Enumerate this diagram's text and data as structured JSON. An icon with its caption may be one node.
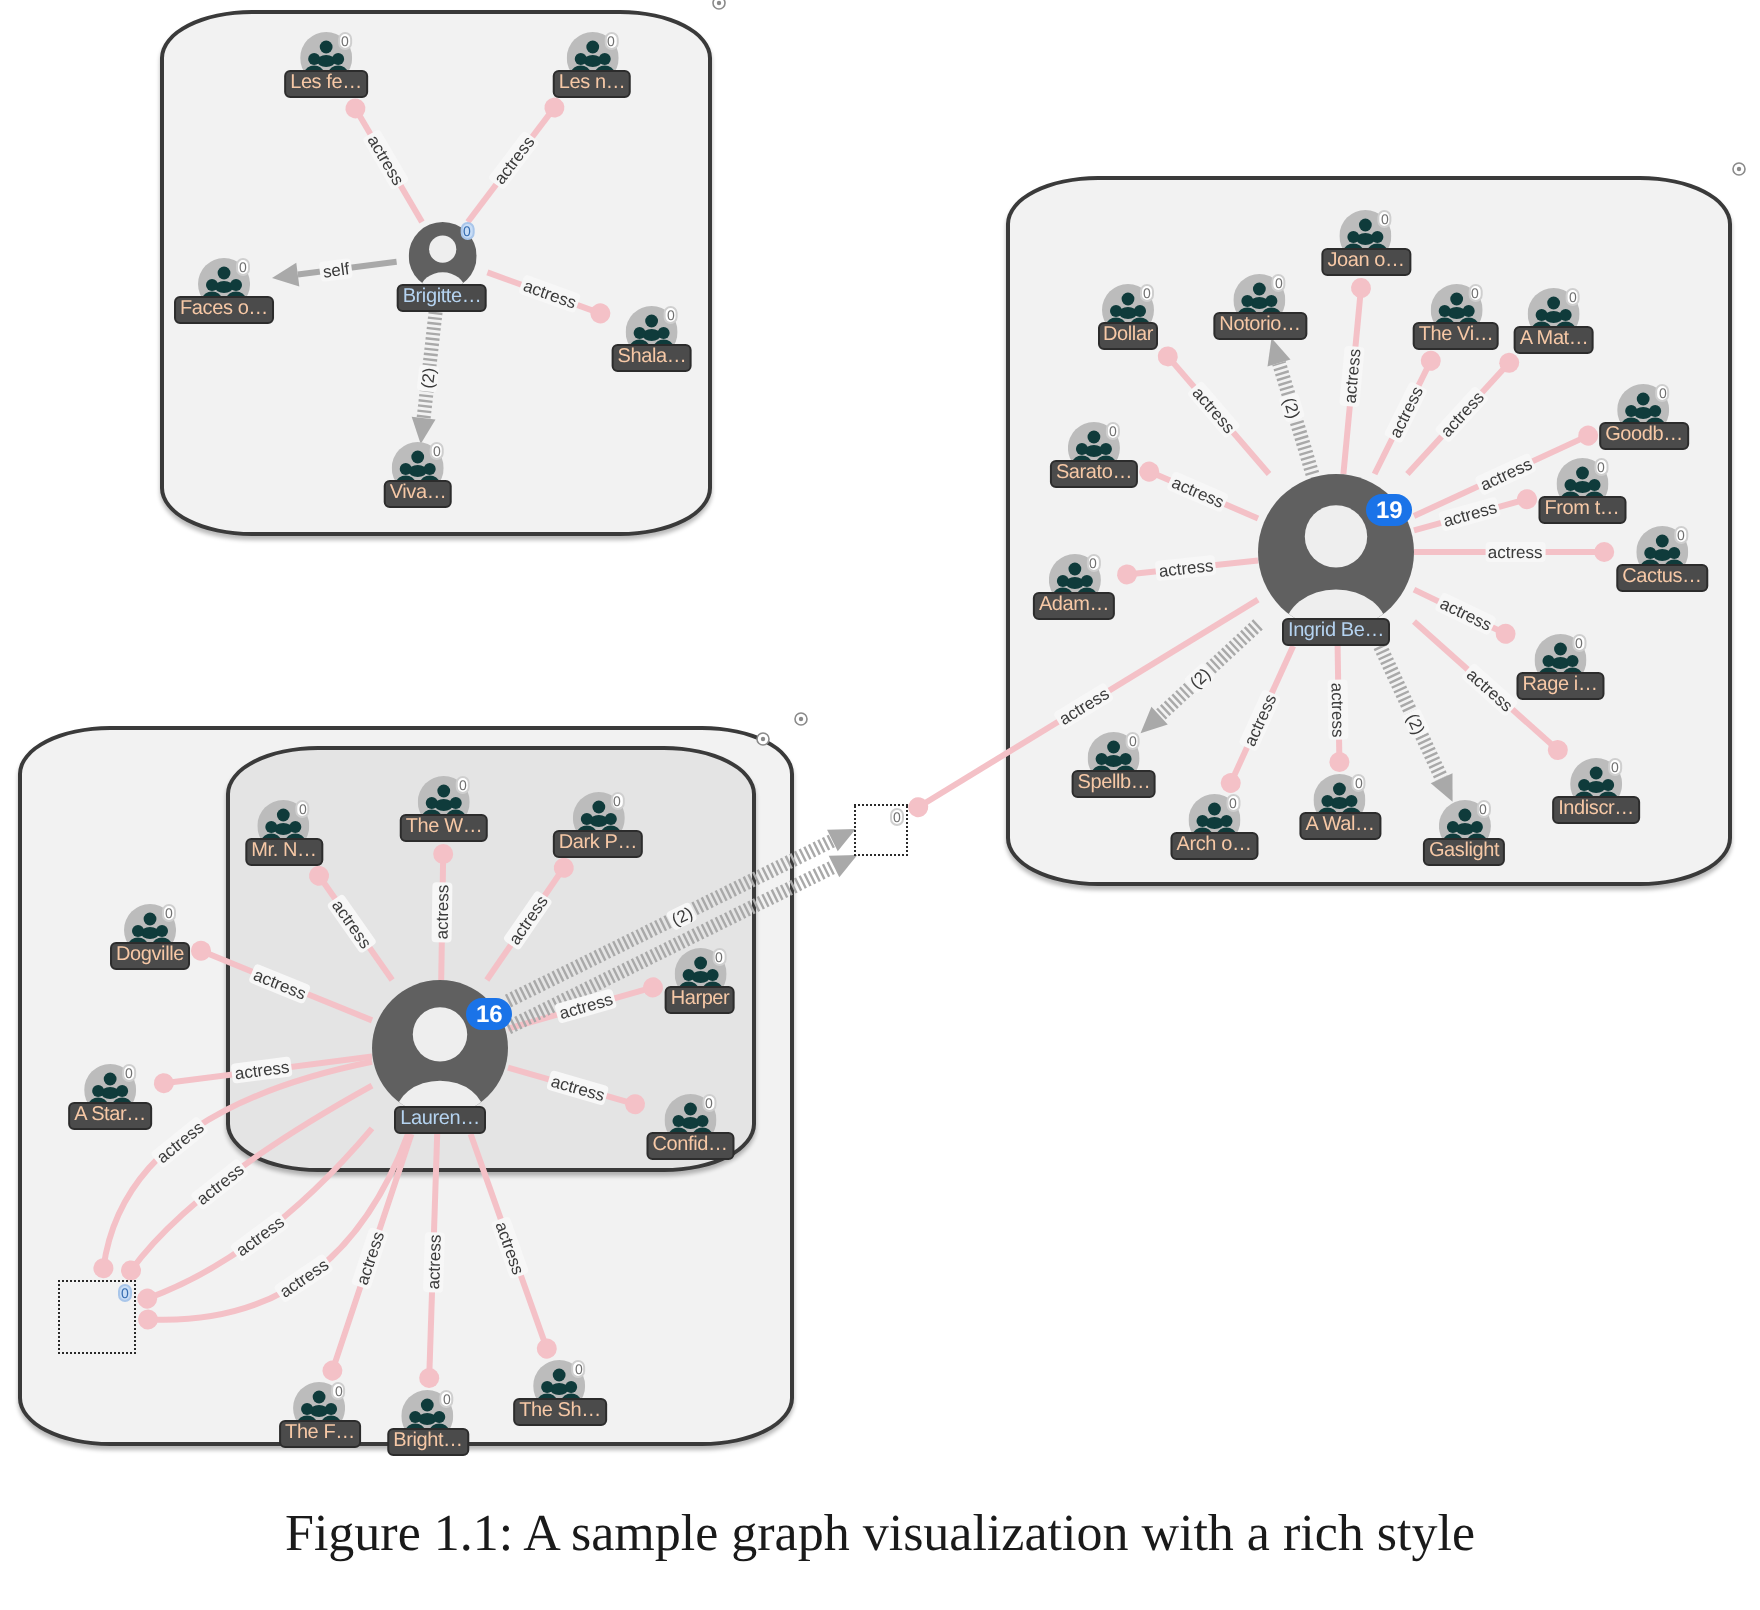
{
  "diagram": {
    "caption": "Figure 1.1: A sample graph visualization with a rich style",
    "nodes": [
      {
        "text": [],
        "shape": "box"
      },
      {
        "text": [
          "0",
          "Les fe…"
        ],
        "in": 0
      },
      {
        "text": [
          "0",
          "Les n…"
        ],
        "in": 0
      },
      {
        "text": [
          "0",
          "Brigitte…"
        ],
        "in": 0
      },
      {
        "text": [
          "0",
          "Faces o…"
        ],
        "in": 0
      },
      {
        "text": [
          "0",
          "Shala…"
        ],
        "in": 0
      },
      {
        "text": [
          "0",
          "Viva…"
        ],
        "in": 0
      },
      {
        "text": [],
        "shape": "box"
      },
      {
        "text": [
          "0",
          "Joan o…"
        ],
        "in": 7
      },
      {
        "text": [
          "0",
          "Notorio…"
        ],
        "in": 7
      },
      {
        "text": [
          "0",
          "Dollar"
        ],
        "in": 7
      },
      {
        "text": [
          "0",
          "The Vi…"
        ],
        "in": 7
      },
      {
        "text": [
          "0",
          "A Mat…"
        ],
        "in": 7
      },
      {
        "text": [
          "0",
          "Goodb…"
        ],
        "in": 7
      },
      {
        "text": [
          "0",
          "Sarato…"
        ],
        "in": 7
      },
      {
        "text": [
          "0",
          "From t…"
        ],
        "in": 7
      },
      {
        "text": [
          "19",
          "Ingrid Be…"
        ],
        "in": 7
      },
      {
        "text": [
          "0",
          "Cactus…"
        ],
        "in": 7
      },
      {
        "text": [
          "0",
          "Adam…"
        ],
        "in": 7
      },
      {
        "text": [
          "0",
          "Rage i…"
        ],
        "in": 7
      },
      {
        "text": [
          "0",
          "Spellb…"
        ],
        "in": 7
      },
      {
        "text": [
          "0",
          "Indiscr…"
        ],
        "in": 7
      },
      {
        "text": [
          "0",
          "A Wal…"
        ],
        "in": 7
      },
      {
        "text": [
          "0",
          "Arch o…"
        ],
        "in": 7
      },
      {
        "text": [
          "0",
          "Gaslight"
        ],
        "in": 7
      },
      {
        "text": [
          "0"
        ]
      },
      {
        "text": [],
        "shape": "box"
      },
      {
        "text": [],
        "shape": "box",
        "in": 26
      },
      {
        "text": [
          "0",
          "The W…"
        ],
        "in": 27
      },
      {
        "text": [
          "0",
          "Mr. N…"
        ],
        "in": 27
      },
      {
        "text": [
          "0",
          "Dark P…"
        ],
        "in": 27
      },
      {
        "text": [
          "0",
          "Dogville"
        ],
        "in": 26
      },
      {
        "text": [
          "0",
          "Harper"
        ],
        "in": 27
      },
      {
        "text": [
          "16",
          "Lauren…"
        ],
        "in": 27
      },
      {
        "text": [
          "0",
          "A Star…"
        ],
        "in": 26
      },
      {
        "text": [
          "0",
          "Confid…"
        ],
        "in": 27
      },
      {
        "text": [
          "0"
        ],
        "in": 26
      },
      {
        "text": [
          "0",
          "The Sh…"
        ],
        "in": 26
      },
      {
        "text": [
          "0",
          "The F…"
        ],
        "in": 26
      },
      {
        "text": [
          "0",
          "Bright…"
        ],
        "in": 26
      }
    ],
    "edges": [
      {
        "from": 3,
        "to": 1,
        "arrow": "other",
        "label": "actress"
      },
      {
        "from": 3,
        "to": 2,
        "arrow": "other",
        "label": "actress"
      },
      {
        "from": 3,
        "to": 4,
        "arrow": "to",
        "label": "self",
        "color": "#a9a9a9"
      },
      {
        "from": 3,
        "to": 5,
        "arrow": "other",
        "label": "actress"
      },
      {
        "from": 3,
        "to": 6,
        "arrow": "to",
        "label": "(2)",
        "style": "dashed",
        "color": "#a9a9a9"
      },
      {
        "from": 16,
        "to": 10,
        "arrow": "other",
        "label": "actress"
      },
      {
        "from": 16,
        "to": 9,
        "arrow": "to",
        "label": "(2)",
        "style": "dashed",
        "color": "#a9a9a9"
      },
      {
        "from": 16,
        "to": 8,
        "arrow": "other",
        "label": "actress"
      },
      {
        "from": 16,
        "to": 11,
        "arrow": "other",
        "label": "actress"
      },
      {
        "from": 16,
        "to": 12,
        "arrow": "other",
        "label": "actress"
      },
      {
        "from": 16,
        "to": 13,
        "arrow": "other",
        "label": "actress"
      },
      {
        "from": 16,
        "to": 14,
        "arrow": "other",
        "label": "actress"
      },
      {
        "from": 16,
        "to": 15,
        "arrow": "other",
        "label": "actress"
      },
      {
        "from": 16,
        "to": 17,
        "arrow": "other",
        "label": "actress"
      },
      {
        "from": 16,
        "to": 18,
        "arrow": "other",
        "label": "actress"
      },
      {
        "from": 16,
        "to": 19,
        "arrow": "other",
        "label": "actress"
      },
      {
        "from": 16,
        "to": 20,
        "arrow": "to",
        "label": "(2)",
        "style": "dashed",
        "color": "#a9a9a9"
      },
      {
        "from": 16,
        "to": 21,
        "arrow": "other",
        "label": "actress"
      },
      {
        "from": 16,
        "to": 22,
        "arrow": "other",
        "label": "actress"
      },
      {
        "from": 16,
        "to": 23,
        "arrow": "other",
        "label": "actress"
      },
      {
        "from": 16,
        "to": 24,
        "arrow": "to",
        "label": "(2)",
        "style": "dashed",
        "color": "#a9a9a9"
      },
      {
        "from": 16,
        "to": 25,
        "arrow": "other",
        "label": "actress"
      },
      {
        "from": 33,
        "to": 29,
        "arrow": "other",
        "label": "actress"
      },
      {
        "from": 33,
        "to": 28,
        "arrow": "other",
        "label": "actress"
      },
      {
        "from": 33,
        "to": 30,
        "arrow": "other",
        "label": "actress"
      },
      {
        "from": 33,
        "to": 32,
        "arrow": "other",
        "label": "actress"
      },
      {
        "from": 33,
        "to": 35,
        "arrow": "other",
        "label": "actress"
      },
      {
        "from": 33,
        "to": 31,
        "arrow": "other",
        "label": "actress"
      },
      {
        "from": 33,
        "to": 34,
        "arrow": "other",
        "label": "actress"
      },
      {
        "from": 33,
        "to": 36,
        "arrow": "other",
        "label": "actress"
      },
      {
        "from": 33,
        "to": 36,
        "arrow": "other",
        "label": "actress"
      },
      {
        "from": 33,
        "to": 36,
        "arrow": "other",
        "label": "actress"
      },
      {
        "from": 33,
        "to": 36,
        "arrow": "other",
        "label": "actress"
      },
      {
        "from": 33,
        "to": 38,
        "arrow": "other",
        "label": "actress"
      },
      {
        "from": 33,
        "to": 39,
        "arrow": "other",
        "label": "actress"
      },
      {
        "from": 33,
        "to": 37,
        "arrow": "other",
        "label": "actress"
      },
      {
        "from": 33,
        "to": 25,
        "arrow": "to",
        "label": "(2)",
        "style": "dashed",
        "color": "#a9a9a9"
      },
      {
        "from": 33,
        "to": 25,
        "arrow": "to",
        "style": "dashed",
        "color": "#a9a9a9"
      }
    ]
  }
}
